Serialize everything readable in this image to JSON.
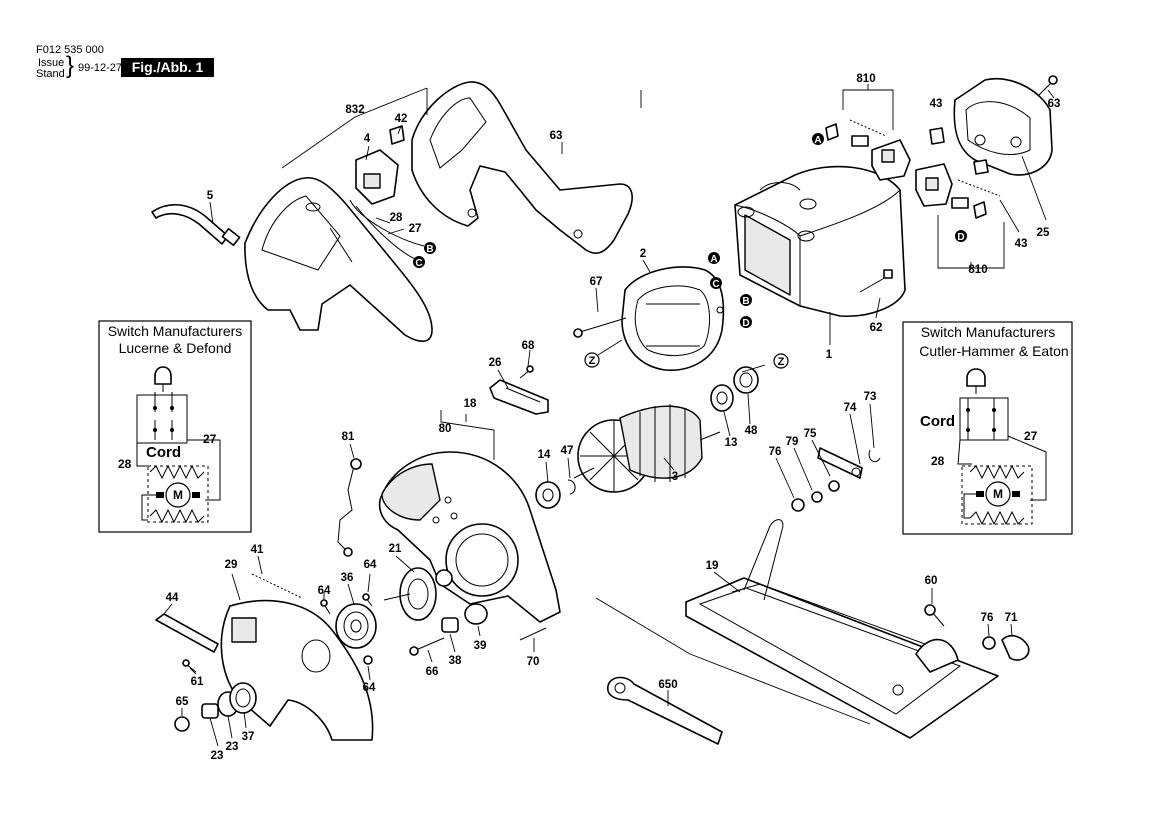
{
  "header": {
    "doc_number": "F012 535 000",
    "issue_label": "Issue",
    "stand_label": "Stand",
    "issue_date": "99-12-27",
    "figure_tag": "Fig./Abb. 1"
  },
  "callouts": {
    "p832": "832",
    "p42": "42",
    "p4": "4",
    "p5": "5",
    "p28a": "28",
    "p27a": "27",
    "p63a": "63",
    "p810a": "810",
    "p43a": "43",
    "p63b": "63",
    "p2": "2",
    "p67": "67",
    "p1": "1",
    "p62": "62",
    "p25": "25",
    "p43b": "43",
    "p810b": "810",
    "p26": "26",
    "p68": "68",
    "p18": "18",
    "p80": "80",
    "p81": "81",
    "p14": "14",
    "p47": "47",
    "p3": "3",
    "p13": "13",
    "p48": "48",
    "p74": "74",
    "p73": "73",
    "p75": "75",
    "p79": "79",
    "p76a": "76",
    "p19": "19",
    "p60": "60",
    "p76b": "76",
    "p71": "71",
    "p41": "41",
    "p29": "29",
    "p21": "21",
    "p36": "36",
    "p64a": "64",
    "p64b": "64",
    "p64c": "64",
    "p44": "44",
    "p61": "61",
    "p65": "65",
    "p23a": "23",
    "p23b": "23",
    "p37": "37",
    "p66": "66",
    "p38": "38",
    "p39": "39",
    "p70": "70",
    "p650": "650"
  },
  "circle_labels": [
    "A",
    "B",
    "C",
    "D",
    "Z"
  ],
  "wiring_left": {
    "title_line1": "Switch Manufacturers",
    "title_line2": "Lucerne & Defond",
    "cord": "Cord",
    "wire_27": "27",
    "wire_28": "28",
    "motor": "M"
  },
  "wiring_right": {
    "title_line1": "Switch Manufacturers",
    "title_line2": "Cutler-Hammer & Eaton",
    "cord": "Cord",
    "wire_27": "27",
    "wire_28": "28",
    "motor": "M"
  }
}
